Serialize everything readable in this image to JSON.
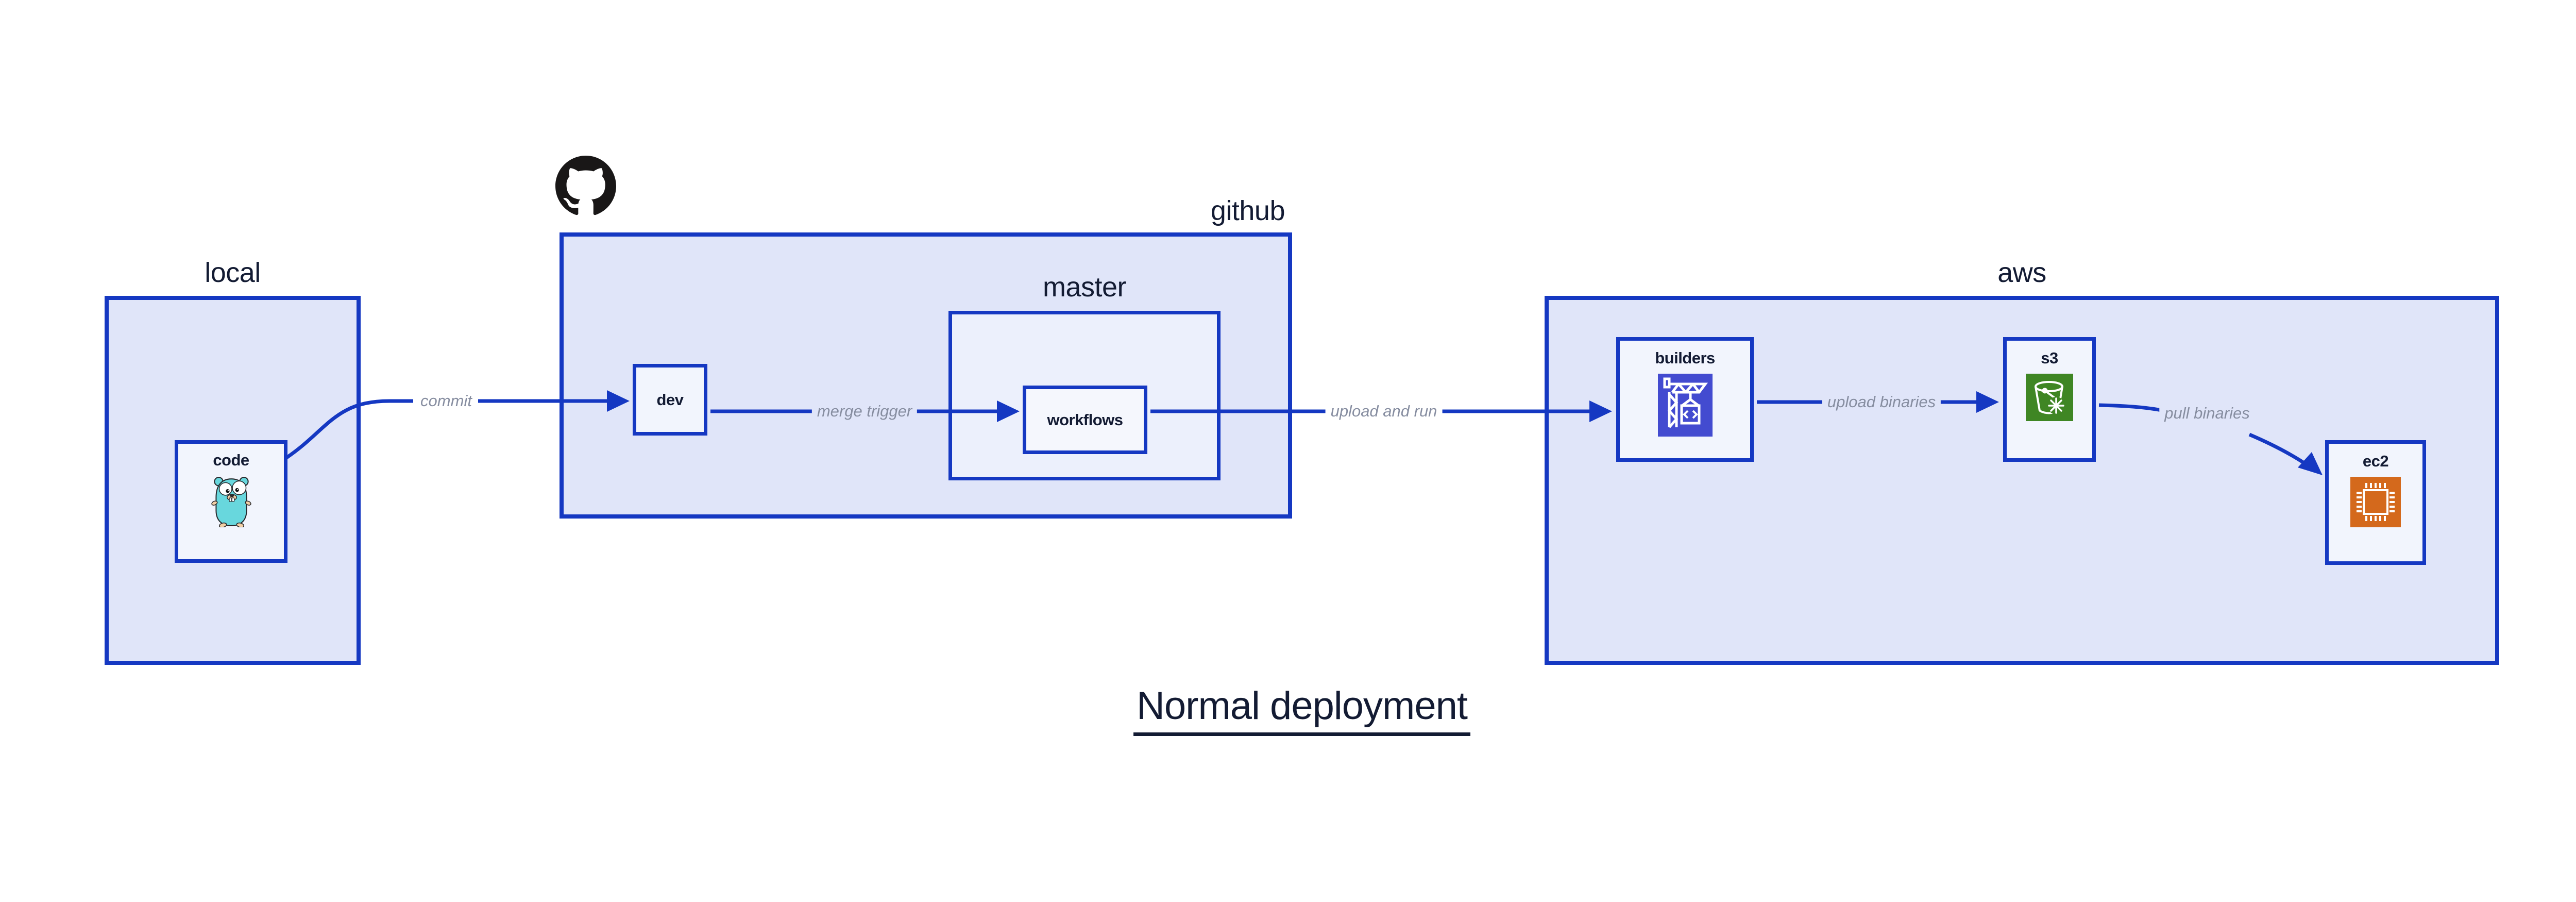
{
  "title": "Normal deployment",
  "groups": {
    "local": {
      "label": "local"
    },
    "github": {
      "label": "github"
    },
    "master": {
      "label": "master"
    },
    "aws": {
      "label": "aws"
    }
  },
  "nodes": {
    "code": {
      "label": "code",
      "icon": "go-gopher-icon"
    },
    "dev": {
      "label": "dev"
    },
    "workflows": {
      "label": "workflows"
    },
    "builders": {
      "label": "builders",
      "icon": "aws-codebuild-icon"
    },
    "s3": {
      "label": "s3",
      "icon": "aws-s3-bucket-icon"
    },
    "ec2": {
      "label": "ec2",
      "icon": "aws-ec2-chip-icon"
    }
  },
  "edges": [
    {
      "from": "code",
      "to": "dev",
      "label": "commit"
    },
    {
      "from": "dev",
      "to": "workflows",
      "label": "merge trigger"
    },
    {
      "from": "workflows",
      "to": "builders",
      "label": "upload and run"
    },
    {
      "from": "builders",
      "to": "s3",
      "label": "upload binaries"
    },
    {
      "from": "s3",
      "to": "ec2",
      "label": "pull binaries"
    }
  ],
  "logos": {
    "github_mark": "github-octocat-logo"
  },
  "colors": {
    "border_blue": "#1538c2",
    "group_fill": "#e0e5f9",
    "master_fill": "#ecf0fc",
    "node_fill": "#f2f5fd",
    "navy_text": "#131b33",
    "edge_label_gray": "#868da0",
    "codebuild_indigo": "#434bd0",
    "s3_green": "#3f8624",
    "ec2_orange": "#d4691c",
    "gopher_teal": "#68d7dd",
    "octocat_black": "#191717"
  }
}
